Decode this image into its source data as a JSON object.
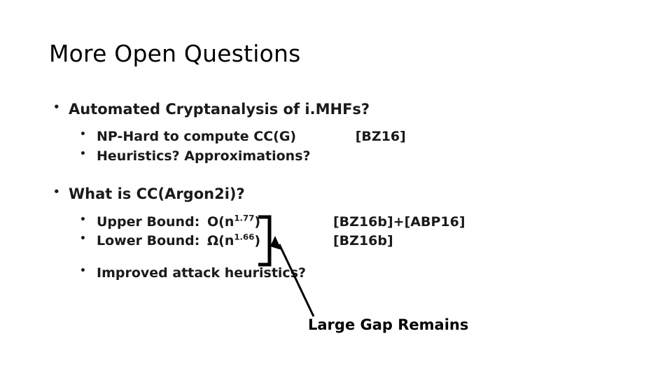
{
  "slide": {
    "title": "More Open Questions",
    "sections": [
      {
        "heading": "Automated Cryptanalysis of i.MHFs?",
        "items": [
          {
            "text": "NP-Hard to compute CC(G)",
            "ref": "[BZ16]"
          },
          {
            "text": "Heuristics? Approximations?",
            "ref": ""
          }
        ]
      },
      {
        "heading": "What is CC(Argon2i)?",
        "bounds": [
          {
            "label": "Upper Bound:",
            "value_prefix": "O(n",
            "value_exp": "1.77",
            "value_suffix": ")",
            "ref": "[BZ16b]+[ABP16]"
          },
          {
            "label": "Lower Bound:",
            "value_prefix": "Ω(n",
            "value_exp": "1.66",
            "value_suffix": ")",
            "ref": "[BZ16b]"
          }
        ],
        "extra_item": "Improved attack heuristics?"
      }
    ],
    "annotation": "Large Gap Remains",
    "bullet_glyph": "•",
    "colors": {
      "text": "#1a1a1a",
      "title": "#000000",
      "annotation": "#000000",
      "background": "#ffffff"
    }
  }
}
